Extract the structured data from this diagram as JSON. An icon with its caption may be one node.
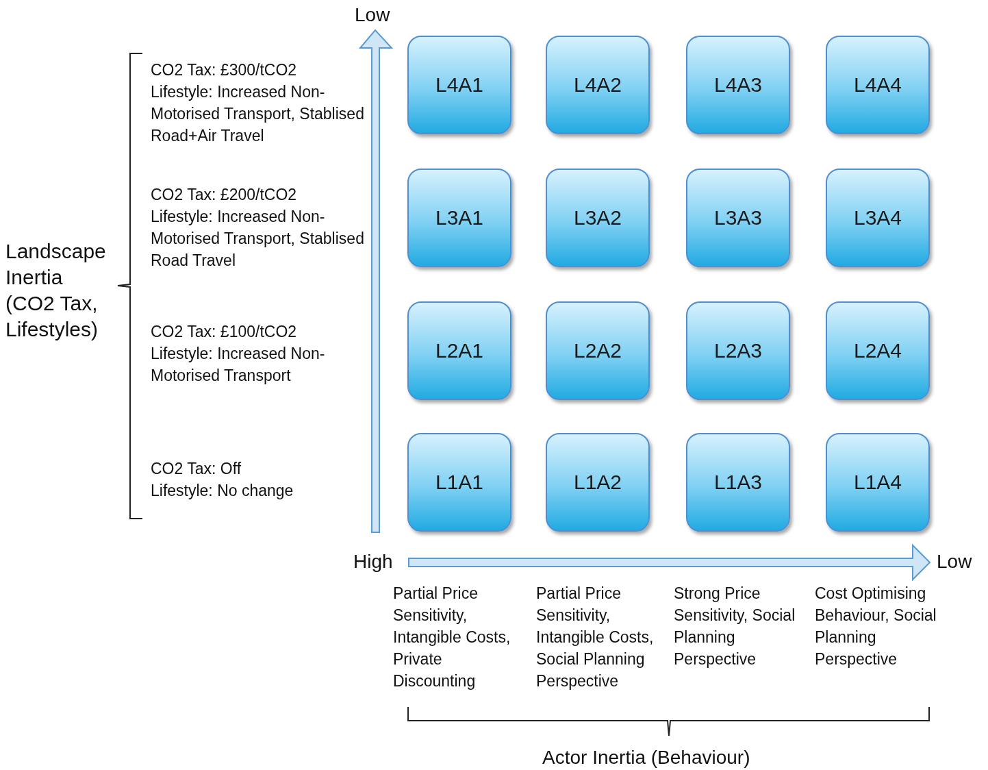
{
  "diagram": {
    "nodes": [
      {
        "text": [
          "L4A1"
        ]
      },
      {
        "text": [
          "L4A2"
        ]
      },
      {
        "text": [
          "L4A3"
        ]
      },
      {
        "text": [
          "L4A4"
        ]
      },
      {
        "text": [
          "L3A1"
        ]
      },
      {
        "text": [
          "L3A2"
        ]
      },
      {
        "text": [
          "L3A3"
        ]
      },
      {
        "text": [
          "L3A4"
        ]
      },
      {
        "text": [
          "L2A1"
        ]
      },
      {
        "text": [
          "L2A2"
        ]
      },
      {
        "text": [
          "L2A3"
        ]
      },
      {
        "text": [
          "L2A4"
        ]
      },
      {
        "text": [
          "L1A1"
        ]
      },
      {
        "text": [
          "L1A2"
        ]
      },
      {
        "text": [
          "L1A3"
        ]
      },
      {
        "text": [
          "L1A4"
        ]
      }
    ],
    "labels": [
      "Low",
      "CO2 Tax: £300/tCO2",
      "Lifestyle: Increased Non-Motorised Transport, Stablised Road+Air Travel",
      "Landscape Inertia (CO2 Tax, Lifestyles)",
      "CO2 Tax: £200/tCO2",
      "Lifestyle: Increased Non-Motorised Transport, Stablised Road Travel",
      "CO2 Tax: £100/tCO2",
      "Lifestyle: Increased Non-Motorised Transport",
      "CO2 Tax: Off",
      "Lifestyle: No change",
      "High",
      "Low",
      "Partial Price Sensitivity, Intangible Costs, Private Discounting",
      "Partial Price Sensitivity, Intangible Costs, Social Planning Perspective",
      "Strong Price Sensitivity, Social Planning Perspective",
      "Cost Optimising Behaviour, Social Planning Perspective",
      "Actor Inertia (Behaviour)"
    ]
  }
}
